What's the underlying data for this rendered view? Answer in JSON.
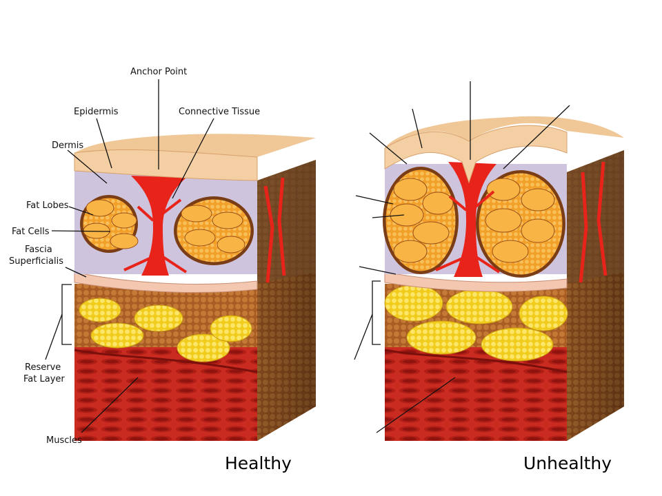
{
  "labels": {
    "anchor_point": "Anchor Point",
    "epidermis": "Epidermis",
    "connective_tissue": "Connective Tissue",
    "dermis": "Dermis",
    "fat_lobes": "Fat Lobes",
    "fat_cells": "Fat Cells",
    "fascia_line1": "Fascia",
    "fascia_line2": "Superficialis",
    "reserve_line1": "Reserve",
    "reserve_line2": "Fat Layer",
    "muscles": "Muscles"
  },
  "captions": {
    "healthy": "Healthy",
    "unhealthy": "Unhealthy"
  },
  "colors": {
    "skin": "#f3cfa3",
    "dermis": "#cfc4de",
    "fat_lobe": "#f0a12a",
    "connective_tissue": "#e8231a",
    "fascia": "#f3c7b0",
    "reserve_fat": "#f7d62e",
    "fat_matrix": "#b56a2e",
    "muscle": "#d93a2c"
  }
}
